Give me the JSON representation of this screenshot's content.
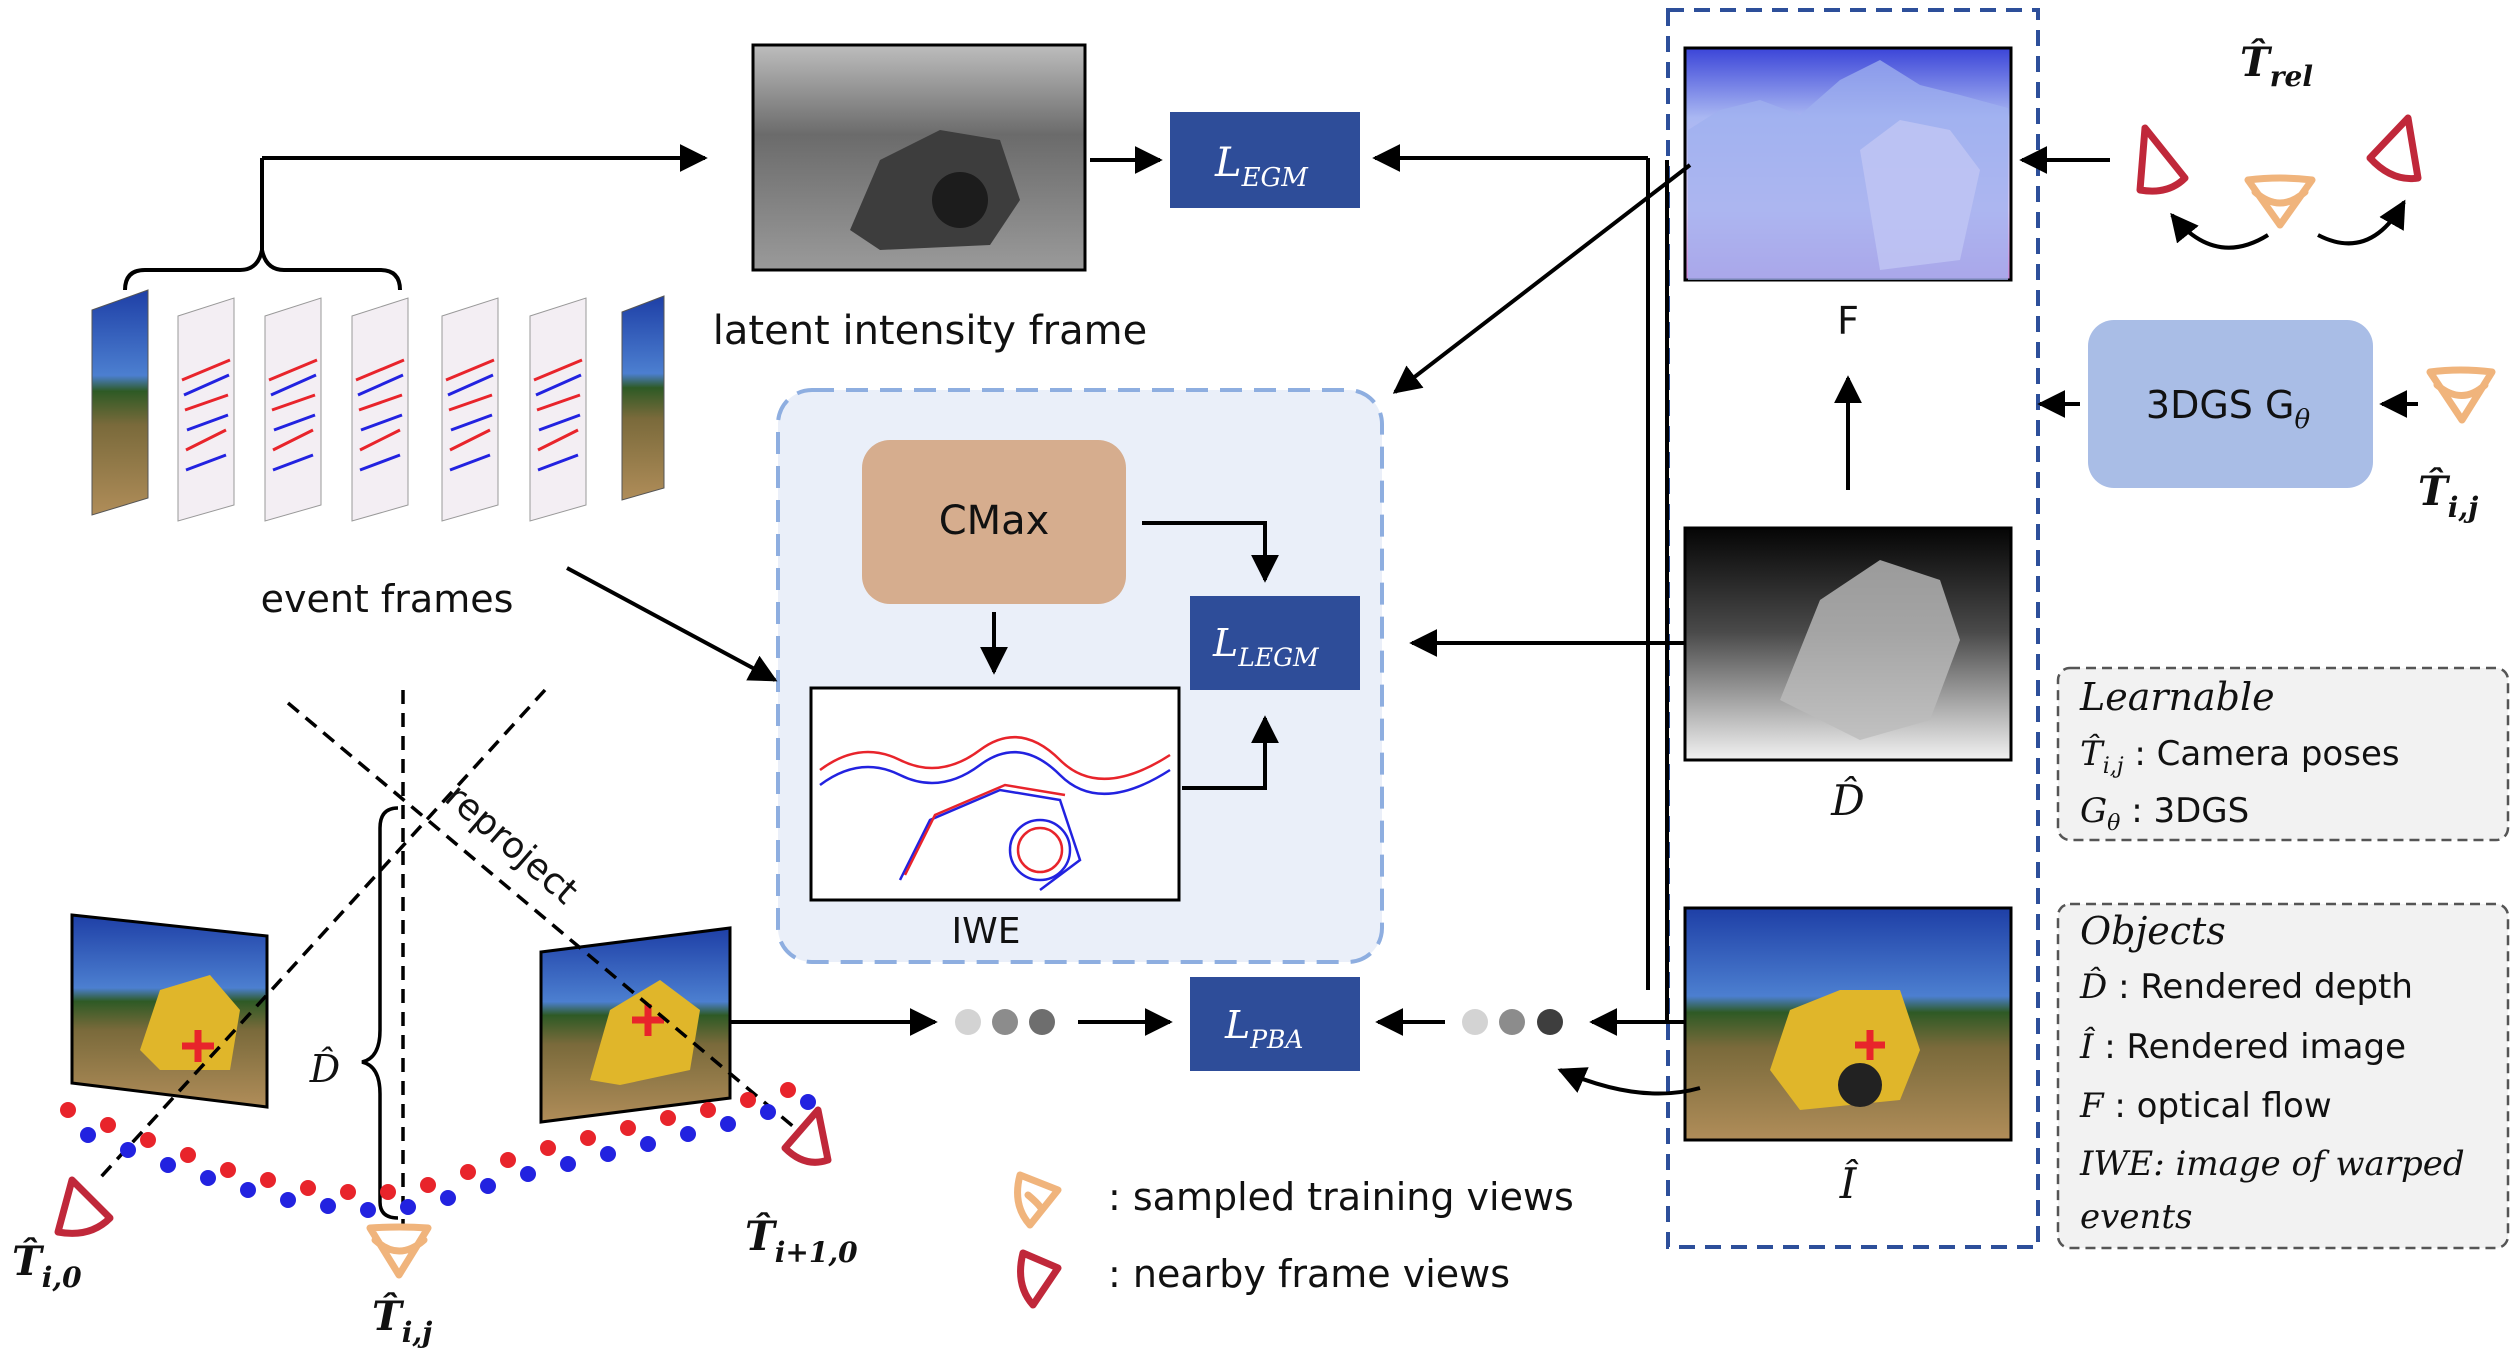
{
  "labels": {
    "latent_intensity_frame": "latent intensity frame",
    "event_frames": "event frames",
    "iwe": "IWE",
    "cmax": "CMax",
    "reproject": "reproject",
    "flow_f": "F",
    "depth_hat": "D̂",
    "image_hat": "Î",
    "gs_box": "3DGS G",
    "gs_sub": "θ"
  },
  "losses": {
    "egm": {
      "main": "L",
      "sub": "EGM"
    },
    "legm": {
      "main": "L",
      "sub": "LEGM"
    },
    "pba": {
      "main": "L",
      "sub": "PBA"
    }
  },
  "poses": {
    "t_rel": "T̂",
    "t_rel_sub": "rel",
    "t_ij": "T̂",
    "t_ij_sub": "i,j",
    "t_i0": "T̂",
    "t_i0_sub": "i,0",
    "t_i10": "T̂",
    "t_i10_sub": "i+1,0",
    "d_brace": "D̂"
  },
  "views_legend": {
    "sampled": ": sampled training views",
    "nearby": ": nearby frame views"
  },
  "learnable": {
    "title": "Learnable",
    "row1_sym": "T̂",
    "row1_sub": "i,j",
    "row1_text": " : Camera poses",
    "row2_sym": "G",
    "row2_sub": "θ",
    "row2_text": " : 3DGS"
  },
  "objects": {
    "title": "Objects",
    "row1_sym": "D̂",
    "row1_text": " : Rendered depth",
    "row2_sym": "Î",
    "row2_text": " : Rendered image",
    "row3_sym": "F",
    "row3_text": " : optical flow",
    "row4_line1": "IWE: image of warped",
    "row4_line2": "events"
  },
  "colors": {
    "loss_box": "#2e4d99",
    "cmax_box": "#d6ad8e",
    "gs_box": "#a9bde6",
    "optim_panel": "#eaeff9",
    "sampled_view": "#f0b47c",
    "nearby_view": "#c0283a",
    "event_red": "#e8242b",
    "event_blue": "#2222e0",
    "dashed_border": "#2d4f9a"
  }
}
